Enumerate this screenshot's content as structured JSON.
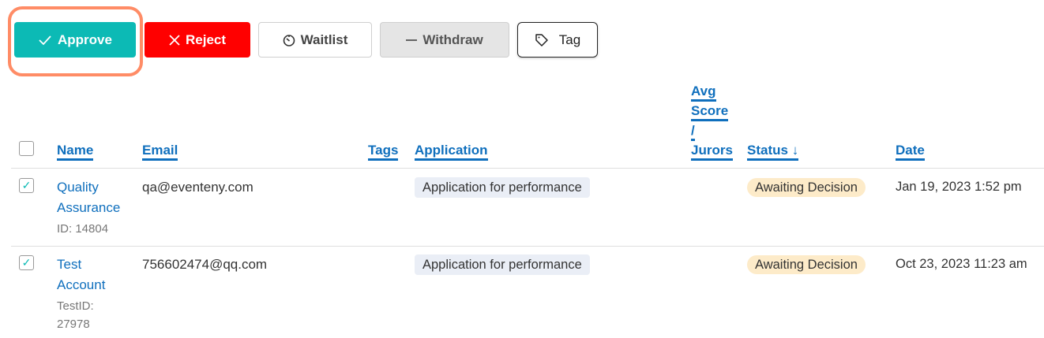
{
  "toolbar": {
    "approve": {
      "label": "Approve",
      "icon": "check-icon",
      "color": "#0cbab5"
    },
    "reject": {
      "label": "Reject",
      "icon": "x-icon",
      "color": "#ff0000"
    },
    "waitlist": {
      "label": "Waitlist",
      "icon": "timer-icon"
    },
    "withdraw": {
      "label": "Withdraw",
      "icon": "minus-icon"
    },
    "tag": {
      "label": "Tag",
      "icon": "tag-icon"
    }
  },
  "table": {
    "headers": {
      "name": "Name",
      "email": "Email",
      "tags": "Tags",
      "application": "Application",
      "avg_score": [
        "Avg",
        "Score",
        "/",
        "Jurors"
      ],
      "status": "Status",
      "status_sort": "↓",
      "date": "Date"
    },
    "rows": [
      {
        "checked": true,
        "name_line1": "Quality",
        "name_line2": "Assurance",
        "id_line1": "ID: 14804",
        "id_line2": "",
        "email": "qa@eventeny.com",
        "application": "Application for performance",
        "status": "Awaiting Decision",
        "date": "Jan 19, 2023 1:52 pm"
      },
      {
        "checked": true,
        "name_line1": "Test",
        "name_line2": "Account",
        "id_line1": "TestID:",
        "id_line2": "27978",
        "email": "756602474@qq.com",
        "application": "Application for performance",
        "status": "Awaiting Decision",
        "date": "Oct 23, 2023 11:23 am"
      }
    ]
  }
}
